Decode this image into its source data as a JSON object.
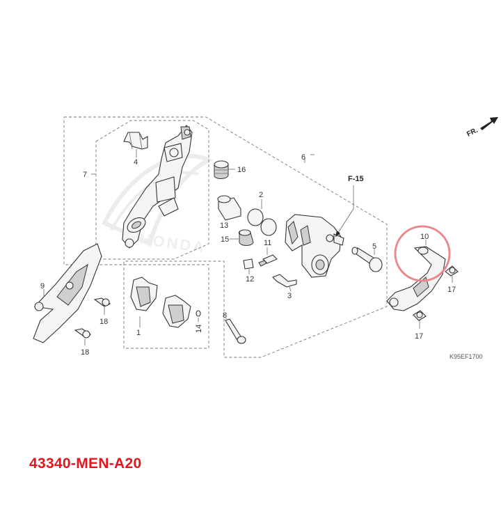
{
  "diagram": {
    "labels": {
      "c1": "1",
      "c2": "2",
      "c3": "3",
      "c4": "4",
      "c5": "5",
      "c6": "6",
      "c7": "7",
      "c8": "8",
      "c9": "9",
      "c10": "10",
      "c11": "11",
      "c12": "12",
      "c13": "13",
      "c14": "14",
      "c15": "15",
      "c16": "16",
      "c17a": "17",
      "c17b": "17",
      "c18a": "18",
      "c18b": "18"
    },
    "reference": "F-15",
    "direction": "FR.",
    "drawing_code": "K95EF1700",
    "watermark": "HONDA",
    "highlight_color": "#e8888a",
    "part_number": "43340-MEN-A20",
    "part_number_color": "#e8141c"
  }
}
